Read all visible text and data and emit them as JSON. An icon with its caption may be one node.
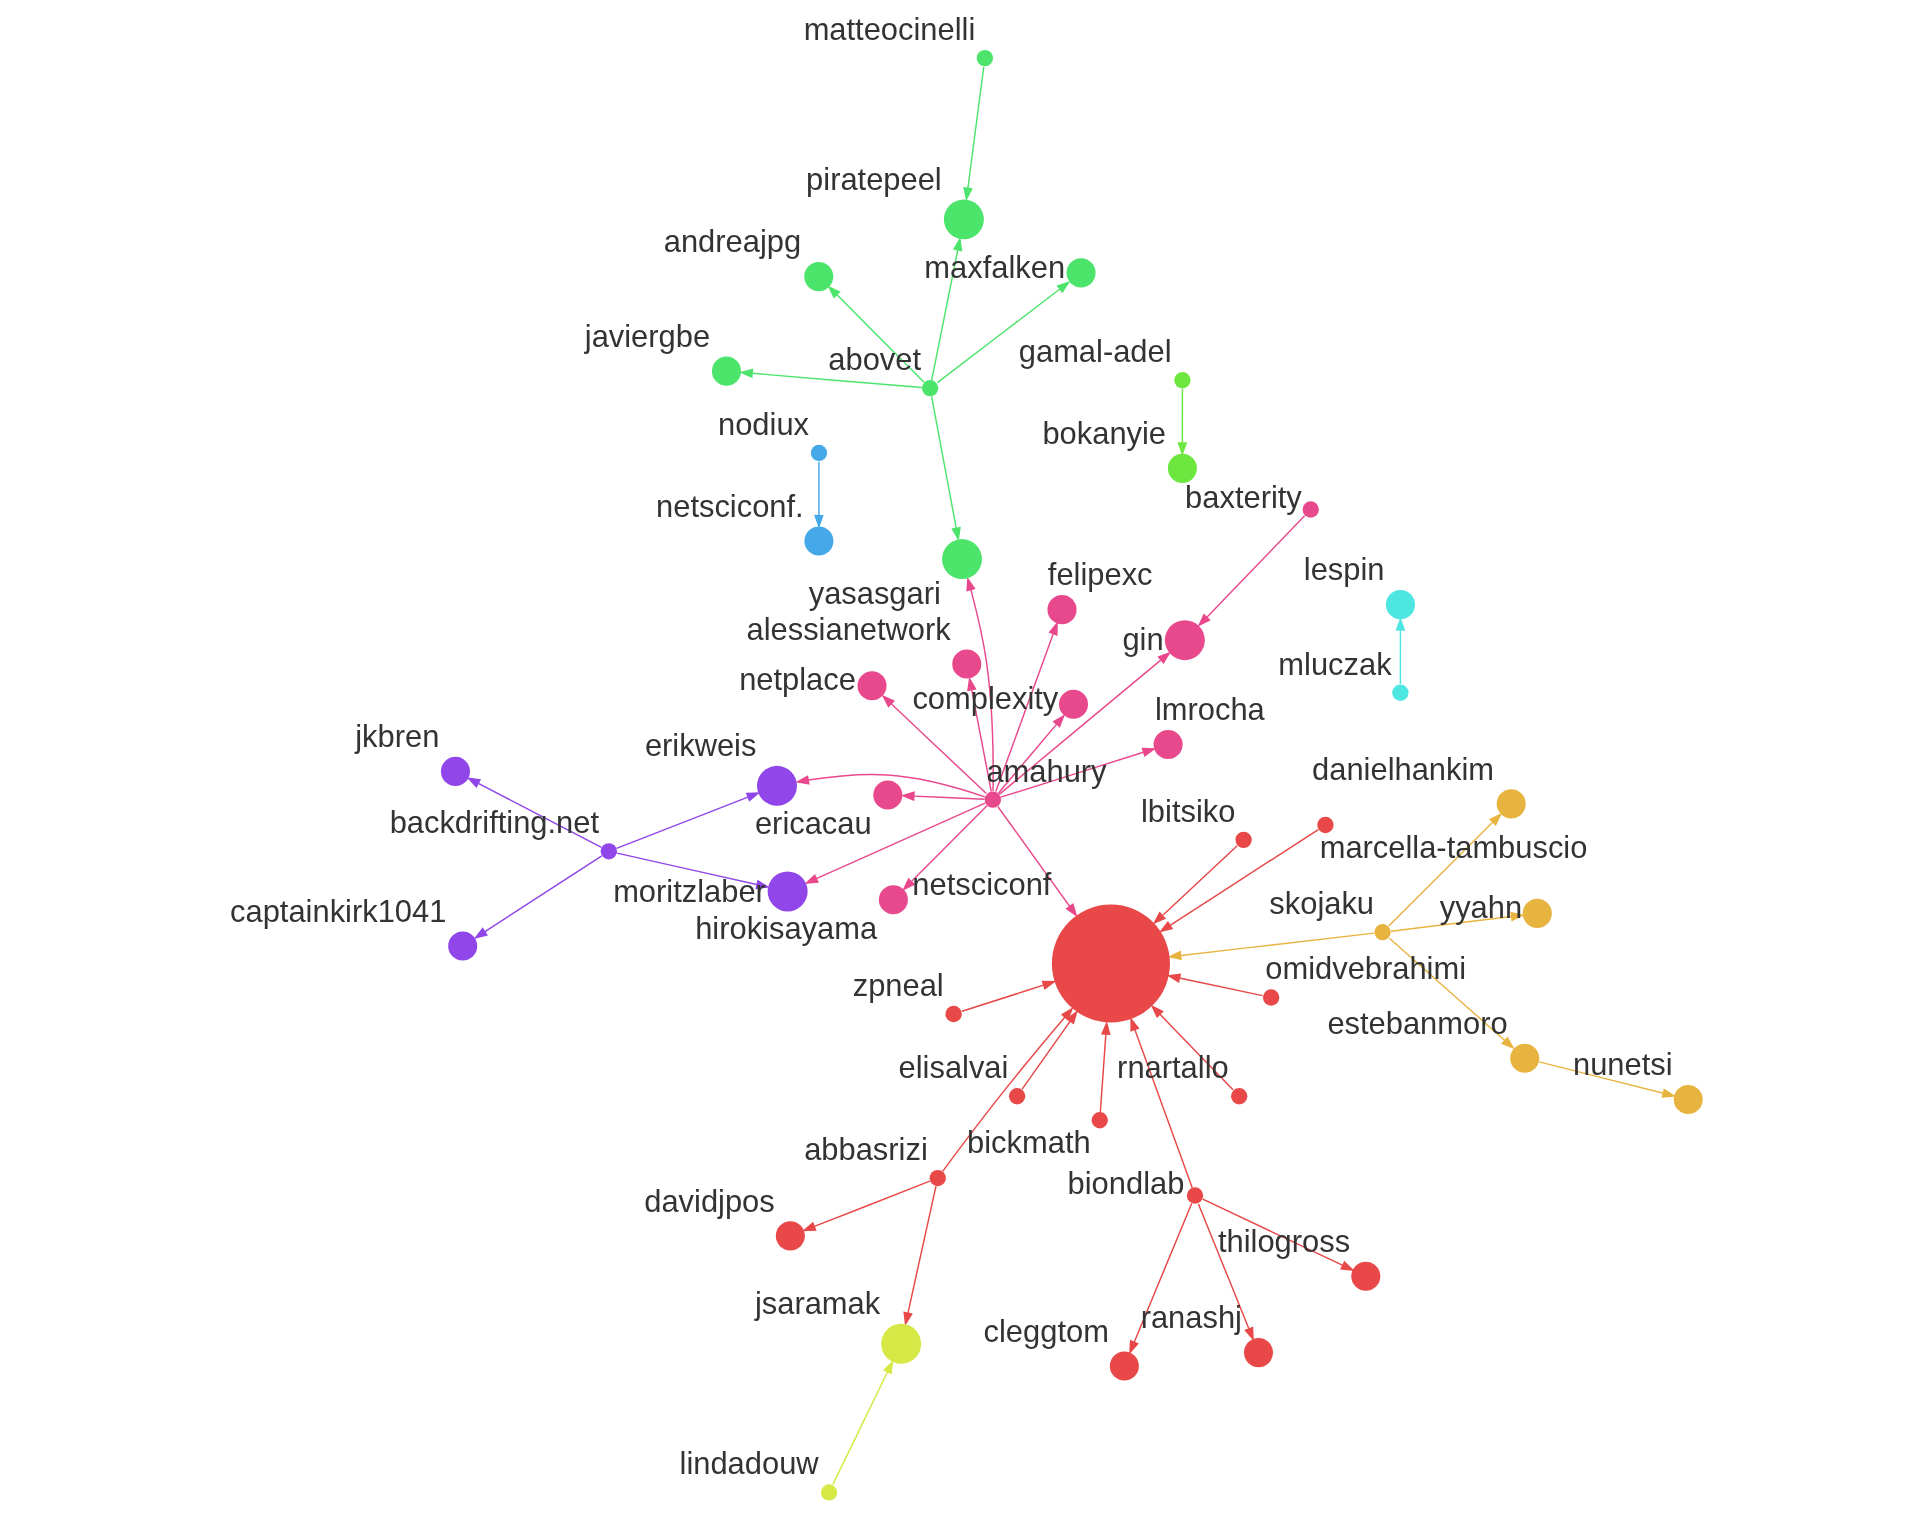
{
  "diagram": {
    "nodes": [
      {
        "text": [
          "maxfalken"
        ]
      },
      {
        "text": [
          "moritzlaber"
        ]
      },
      {
        "text": [
          "hirokisayama"
        ]
      },
      {
        "text": [
          "backdrifting.net"
        ]
      },
      {
        "text": [
          "javiergbe"
        ]
      },
      {
        "text": [
          "alessianetwork"
        ]
      },
      {
        "text": [
          "yasasgari"
        ]
      },
      {
        "text": [
          "abovet"
        ]
      },
      {
        "text": [
          "erikweis"
        ]
      },
      {
        "text": [
          "captainkirk1041"
        ]
      },
      {
        "text": [
          "matteocinelli"
        ]
      },
      {
        "text": [
          "felipexc"
        ]
      },
      {
        "text": [
          "jkbren"
        ]
      },
      {
        "text": [
          "ericacau"
        ]
      },
      {
        "text": [
          "andreajpg"
        ]
      },
      {
        "text": [
          "amahury"
        ]
      },
      {
        "text": [
          "piratepeel"
        ]
      },
      {
        "text": [
          "netplace"
        ]
      },
      {
        "text": [
          "lespin"
        ]
      },
      {
        "text": [
          "gamal-adel"
        ]
      },
      {
        "text": [
          "nodiux"
        ]
      },
      {
        "text": [
          "gin"
        ]
      },
      {
        "text": [
          "baxterity"
        ]
      },
      {
        "text": [
          "lmrocha"
        ]
      },
      {
        "text": [
          "mluczak"
        ]
      },
      {
        "text": [
          "complexity"
        ]
      },
      {
        "text": [
          "rnartallo"
        ]
      },
      {
        "text": [
          "bokanyie"
        ]
      },
      {
        "text": [
          "bickmath"
        ]
      },
      {
        "text": [
          "davidjpos"
        ]
      },
      {
        "text": [
          "netsciconf."
        ]
      },
      {
        "text": [
          "zpneal"
        ]
      },
      {
        "text": [
          "elisalvai"
        ]
      },
      {
        "text": [
          "danielhankim"
        ]
      },
      {
        "text": [
          "lindadouw"
        ]
      },
      {
        "text": [
          "estebanmoro"
        ]
      },
      {
        "text": [
          "netsciconf"
        ]
      },
      {
        "text": [
          "abbasrizi"
        ]
      },
      {
        "text": [
          "lbitsiko"
        ]
      },
      {
        "text": [
          "skojaku"
        ]
      },
      {
        "text": [
          "jsaramak"
        ]
      },
      {
        "text": [
          "marcella-tambuscio"
        ]
      },
      {
        "text": [
          "nunetsi"
        ]
      },
      {
        "text": [
          "omidvebrahimi"
        ]
      },
      {
        "text": [
          "yyahn"
        ]
      },
      {
        "text": [
          "biondlab"
        ]
      },
      {
        "text": [
          "cleggtom"
        ]
      },
      {
        "text": [
          "ranashj"
        ]
      },
      {
        "text": [
          "thilogross"
        ]
      }
    ],
    "edges": [
      {
        "from": 3,
        "to": 1,
        "arrow": "to",
        "color": "#9046e8"
      },
      {
        "from": 3,
        "to": 8,
        "arrow": "to",
        "color": "#9046e8"
      },
      {
        "from": 3,
        "to": 9,
        "arrow": "to",
        "color": "#9046e8"
      },
      {
        "from": 3,
        "to": 12,
        "arrow": "to",
        "color": "#9046e8"
      },
      {
        "from": 15,
        "to": 1,
        "arrow": "to",
        "color": "#e8488c"
      },
      {
        "from": 15,
        "to": 2,
        "arrow": "to",
        "color": "#e8488c"
      },
      {
        "from": 15,
        "to": 5,
        "arrow": "to",
        "color": "#e8488c"
      },
      {
        "from": 15,
        "to": 6,
        "arrow": "to",
        "color": "#e8488c"
      },
      {
        "from": 15,
        "to": 8,
        "arrow": "to",
        "color": "#e8488c"
      },
      {
        "from": 15,
        "to": 11,
        "arrow": "to",
        "color": "#e8488c"
      },
      {
        "from": 15,
        "to": 13,
        "arrow": "to",
        "color": "#e8488c"
      },
      {
        "from": 15,
        "to": 17,
        "arrow": "to",
        "color": "#e8488c"
      },
      {
        "from": 15,
        "to": 21,
        "arrow": "to",
        "color": "#e8488c"
      },
      {
        "from": 15,
        "to": 23,
        "arrow": "to",
        "color": "#e8488c"
      },
      {
        "from": 15,
        "to": 25,
        "arrow": "to",
        "color": "#e8488c"
      },
      {
        "from": 15,
        "to": 36,
        "arrow": "to",
        "color": "#e8488c"
      },
      {
        "from": 22,
        "to": 21,
        "arrow": "to",
        "color": "#e8488c"
      },
      {
        "from": 7,
        "to": 0,
        "arrow": "to",
        "color": "#4de46c"
      },
      {
        "from": 7,
        "to": 4,
        "arrow": "to",
        "color": "#4de46c"
      },
      {
        "from": 7,
        "to": 6,
        "arrow": "to",
        "color": "#4de46c"
      },
      {
        "from": 7,
        "to": 14,
        "arrow": "to",
        "color": "#4de46c"
      },
      {
        "from": 7,
        "to": 16,
        "arrow": "to",
        "color": "#4de46c"
      },
      {
        "from": 10,
        "to": 16,
        "arrow": "to",
        "color": "#4de46c"
      },
      {
        "from": 24,
        "to": 18,
        "arrow": "to",
        "color": "#4ee6e0"
      },
      {
        "from": 19,
        "to": 27,
        "arrow": "to",
        "color": "#6ee640"
      },
      {
        "from": 20,
        "to": 30,
        "arrow": "to",
        "color": "#45a8e8"
      },
      {
        "from": 39,
        "to": 33,
        "arrow": "to",
        "color": "#e8b440"
      },
      {
        "from": 39,
        "to": 35,
        "arrow": "to",
        "color": "#e8b440"
      },
      {
        "from": 39,
        "to": 36,
        "arrow": "to",
        "color": "#e8b440"
      },
      {
        "from": 39,
        "to": 44,
        "arrow": "to",
        "color": "#e8b440"
      },
      {
        "from": 35,
        "to": 42,
        "arrow": "to",
        "color": "#e8b440"
      },
      {
        "from": 34,
        "to": 40,
        "arrow": "to",
        "color": "#d6e846"
      },
      {
        "from": 31,
        "to": 36,
        "arrow": "to"
      },
      {
        "from": 28,
        "to": 36,
        "arrow": "to"
      },
      {
        "from": 26,
        "to": 36,
        "arrow": "to"
      },
      {
        "from": 32,
        "to": 36,
        "arrow": "to"
      },
      {
        "from": 38,
        "to": 36,
        "arrow": "to"
      },
      {
        "from": 37,
        "to": 36,
        "arrow": "to"
      },
      {
        "from": 37,
        "to": 29,
        "arrow": "to"
      },
      {
        "from": 37,
        "to": 40,
        "arrow": "to"
      },
      {
        "from": 41,
        "to": 36,
        "arrow": "to"
      },
      {
        "from": 43,
        "to": 36,
        "arrow": "to"
      },
      {
        "from": 45,
        "to": 36,
        "arrow": "to"
      },
      {
        "from": 45,
        "to": 46,
        "arrow": "to"
      },
      {
        "from": 45,
        "to": 47,
        "arrow": "to"
      },
      {
        "from": 45,
        "to": 48,
        "arrow": "to"
      }
    ]
  }
}
